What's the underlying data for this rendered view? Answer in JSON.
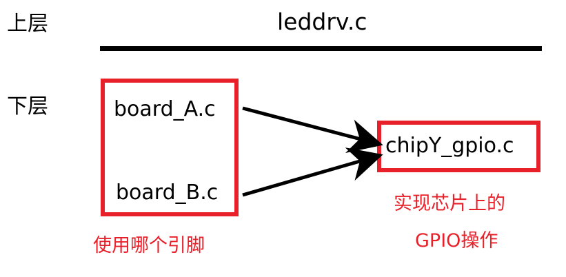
{
  "layers": {
    "upper_label": "上层",
    "lower_label": "下层"
  },
  "upper": {
    "file": "leddrv.c"
  },
  "lower": {
    "boards": [
      "board_A.c",
      "board_B.c"
    ],
    "board_note": "使用哪个引脚",
    "chip_file": "chipY_gpio.c",
    "chip_note": [
      "实现芯片上的",
      "GPIO操作"
    ]
  },
  "colors": {
    "accent_red": "#e8202a",
    "line": "#000000"
  }
}
